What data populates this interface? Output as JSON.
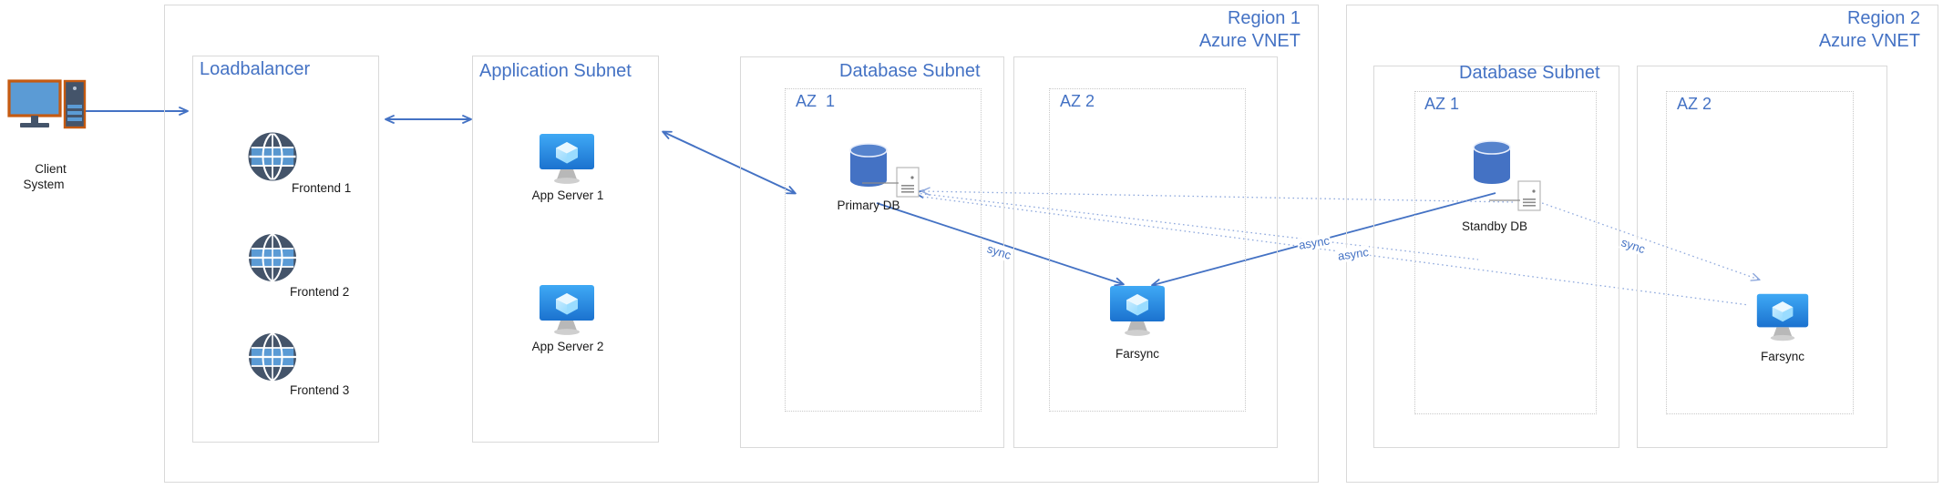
{
  "diagram": {
    "title": "Azure multi-region database high-availability architecture",
    "colors": {
      "accent_blue": "#4472c4",
      "container_border": "#d9d9d9",
      "az_border": "#c8c8c8",
      "db_cylinder": "#4472c4",
      "globe_dark": "#44546a",
      "globe_light": "#5b9bd5",
      "vm_blue_top": "#36a3f7",
      "vm_blue_bottom": "#1e78d7",
      "monitor_frame": "#c55a11",
      "monitor_screen": "#5b9bd5",
      "tower_body": "#44546a",
      "label_text": "#1a1a1a"
    }
  },
  "client": {
    "label": "Client\nSystem",
    "icon": "desktop-computer-icon"
  },
  "regions": [
    {
      "id": "region-1",
      "title": "Region 1\nAzure VNET",
      "title_lines": [
        "Region 1",
        "Azure VNET"
      ],
      "subnets": [
        {
          "id": "loadbalancer",
          "title": "Loadbalancer",
          "nodes": [
            {
              "id": "frontend-1",
              "label": "Frontend 1",
              "icon": "globe-icon"
            },
            {
              "id": "frontend-2",
              "label": "Frontend 2",
              "icon": "globe-icon"
            },
            {
              "id": "frontend-3",
              "label": "Frontend 3",
              "icon": "globe-icon"
            }
          ]
        },
        {
          "id": "application-subnet",
          "title": "Application Subnet",
          "nodes": [
            {
              "id": "app-server-1",
              "label": "App Server 1",
              "icon": "vm-monitor-icon"
            },
            {
              "id": "app-server-2",
              "label": "App Server 2",
              "icon": "vm-monitor-icon"
            }
          ]
        },
        {
          "id": "database-subnet-r1",
          "title": "Database Subnet",
          "zones": [
            {
              "id": "r1-az1",
              "title": "AZ  1",
              "nodes": [
                {
                  "id": "primary-db",
                  "label": "Primary DB",
                  "icon": "database-cylinder-icon"
                }
              ]
            }
          ]
        },
        {
          "id": "database-subnet-r1-az2-box",
          "title": "",
          "zones": [
            {
              "id": "r1-az2",
              "title": "AZ 2",
              "nodes": [
                {
                  "id": "farsync-r1",
                  "label": "Farsync",
                  "icon": "vm-monitor-icon"
                }
              ]
            }
          ]
        }
      ]
    },
    {
      "id": "region-2",
      "title": "Region 2\nAzure VNET",
      "title_lines": [
        "Region 2",
        "Azure VNET"
      ],
      "subnets": [
        {
          "id": "database-subnet-r2",
          "title": "Database Subnet",
          "zones": [
            {
              "id": "r2-az1",
              "title": "AZ 1",
              "nodes": [
                {
                  "id": "standby-db",
                  "label": "Standby DB",
                  "icon": "database-cylinder-icon"
                }
              ]
            }
          ]
        },
        {
          "id": "database-subnet-r2-az2-box",
          "title": "",
          "zones": [
            {
              "id": "r2-az2",
              "title": "AZ 2",
              "nodes": [
                {
                  "id": "farsync-r2",
                  "label": "Farsync",
                  "icon": "vm-monitor-icon"
                }
              ]
            }
          ]
        }
      ]
    }
  ],
  "connections": [
    {
      "id": "client-to-lb",
      "from": "client",
      "to": "loadbalancer",
      "label": "",
      "style": "solid",
      "arrow": "single"
    },
    {
      "id": "lb-to-app",
      "from": "loadbalancer",
      "to": "application-subnet",
      "label": "",
      "style": "solid",
      "arrow": "double"
    },
    {
      "id": "app-to-primary-db",
      "from": "application-subnet",
      "to": "primary-db",
      "label": "",
      "style": "solid",
      "arrow": "double"
    },
    {
      "id": "primary-db-to-farsync-r1",
      "from": "primary-db",
      "to": "farsync-r1",
      "label": "sync",
      "style": "solid",
      "arrow": "single"
    },
    {
      "id": "standby-db-to-farsync-r1",
      "from": "standby-db",
      "to": "farsync-r1",
      "label": "async",
      "style": "solid",
      "arrow": "single"
    },
    {
      "id": "primary-db-to-standby-db",
      "from": "primary-db",
      "to": "standby-db",
      "label": "async",
      "style": "dotted",
      "arrow": "single"
    },
    {
      "id": "standby-db-to-farsync-r2",
      "from": "standby-db",
      "to": "farsync-r2",
      "label": "sync",
      "style": "dotted",
      "arrow": "single"
    },
    {
      "id": "primary-db-to-farsync-r2",
      "from": "primary-db",
      "to": "farsync-r2",
      "label": "",
      "style": "dotted",
      "arrow": "single"
    }
  ],
  "labels": {
    "sync_r1": "sync",
    "async_solid": "async",
    "async_dotted": "async",
    "sync_r2": "sync"
  }
}
